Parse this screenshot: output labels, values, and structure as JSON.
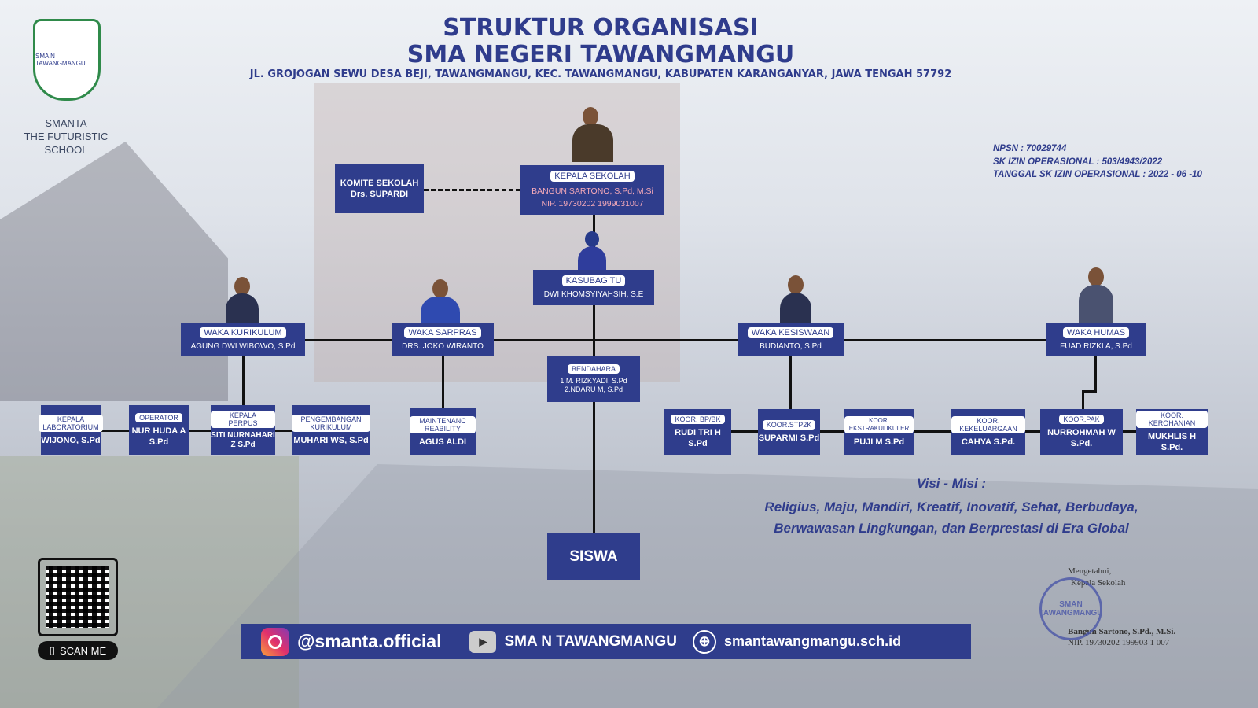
{
  "header": {
    "title1": "STRUKTUR ORGANISASI",
    "title2": "SMA NEGERI TAWANGMANGU",
    "address": "JL. GROJOGAN SEWU DESA BEJI, TAWANGMANGU, KEC. TAWANGMANGU, KABUPATEN KARANGANYAR, JAWA TENGAH 57792"
  },
  "logo": {
    "text": "SMA N TAWANGMANGU",
    "motto": [
      "SMANTA",
      "THE FUTURISTIC",
      "SCHOOL"
    ]
  },
  "info": [
    "NPSN : 70029744",
    "SK IZIN OPERASIONAL : 503/4943/2022",
    "TANGGAL SK IZIN OPERASIONAL : 2022 - 06 -10"
  ],
  "org": {
    "komite": {
      "label": "KOMITE SEKOLAH",
      "name": "Drs. SUPARDI"
    },
    "kepala": {
      "label": "KEPALA SEKOLAH",
      "name": "BANGUN SARTONO, S.Pd, M.Si",
      "nip": "NIP. 19730202 1999031007",
      "name_color": "#f4a9b8"
    },
    "kasubag": {
      "label": "KASUBAG TU",
      "name": "DWI  KHOMSYIYAHSIH, S.E"
    },
    "kurikulum": {
      "label": "WAKA KURIKULUM",
      "name": "AGUNG DWI WIBOWO, S.Pd"
    },
    "sarpras": {
      "label": "WAKA SARPRAS",
      "name": "DRS. JOKO WIRANTO"
    },
    "bendahara": {
      "label": "BENDAHARA",
      "name1": "1.M. RIZKYADI. S.Pd",
      "name2": "2.NDARU M, S.Pd"
    },
    "kesiswaan": {
      "label": "WAKA KESISWAAN",
      "name": "BUDIANTO, S.Pd"
    },
    "humas": {
      "label": "WAKA HUMAS",
      "name": "FUAD RIZKI A, S.Pd"
    },
    "lab": {
      "label": "KEPALA LABORATORIUM",
      "name": "WIJONO, S.Pd"
    },
    "operator": {
      "label": "OPERATOR",
      "name": "NUR HUDA A S.Pd"
    },
    "perpus": {
      "label": "KEPALA PERPUS",
      "name": "SITI NURNAHARI Z S.Pd"
    },
    "pengembangan": {
      "label": "PENGEMBANGAN KURIKULUM",
      "name": "MUHARI WS, S.Pd"
    },
    "maintenance": {
      "label": "MAINTENANC REABILITY",
      "name": "AGUS ALDI"
    },
    "bpbk": {
      "label": "KOOR. BP/BK",
      "name": "RUDI TRI H S.Pd"
    },
    "stp2k": {
      "label": "KOOR.STP2K",
      "name": "SUPARMI S.Pd"
    },
    "ekstra": {
      "label": "KOOR. EKSTRAKULIKULER",
      "name": "PUJI M S.Pd"
    },
    "keluarga": {
      "label": "KOOR. KEKELUARGAAN",
      "name": "CAHYA S.Pd."
    },
    "pak": {
      "label": "KOOR.PAK",
      "name": "NURROHMAH W S.Pd."
    },
    "rohani": {
      "label": "KOOR. KEROHANIAN",
      "name": "MUKHLIS H S.Pd."
    },
    "siswa": {
      "label": "SISWA"
    }
  },
  "visi": {
    "heading": "Visi - Misi :",
    "line1": "Religius, Maju, Mandiri, Kreatif, Inovatif, Sehat, Berbudaya,",
    "line2": "Berwawasan Lingkungan, dan Berprestasi di Era Global"
  },
  "qr": {
    "scan_label": "SCAN ME"
  },
  "social": {
    "instagram": "@smanta.official",
    "youtube": "SMA N TAWANGMANGU",
    "website": "smantawangmangu.sch.id"
  },
  "signature": {
    "known": "Mengetahui,",
    "role": "Kepala Sekolah",
    "stamp": "SMAN TAWANGMANGU",
    "name": "Bangun Sartono, S.Pd., M.Si.",
    "nip": "NIP. 19730202 199903 1 007"
  },
  "colors": {
    "box": "#2f3d8c",
    "title": "#2f3c8c"
  }
}
